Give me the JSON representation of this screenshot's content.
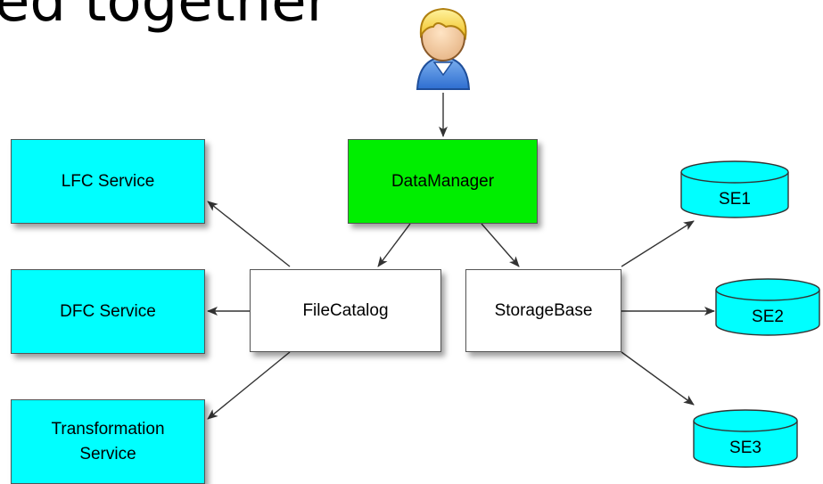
{
  "heading": "ed together",
  "colors": {
    "service": "#00ffff",
    "manager": "#00ee00",
    "neutral": "#ffffff",
    "storage_element": "#00ffff",
    "arrow": "#333333"
  },
  "user": {
    "icon": "user-icon"
  },
  "nodes": {
    "lfc_service": "LFC Service",
    "dfc_service": "DFC Service",
    "transformation_service": "Transformation\nService",
    "data_manager": "DataManager",
    "file_catalog": "FileCatalog",
    "storage_base": "StorageBase",
    "se1": "SE1",
    "se2": "SE2",
    "se3": "SE3"
  }
}
